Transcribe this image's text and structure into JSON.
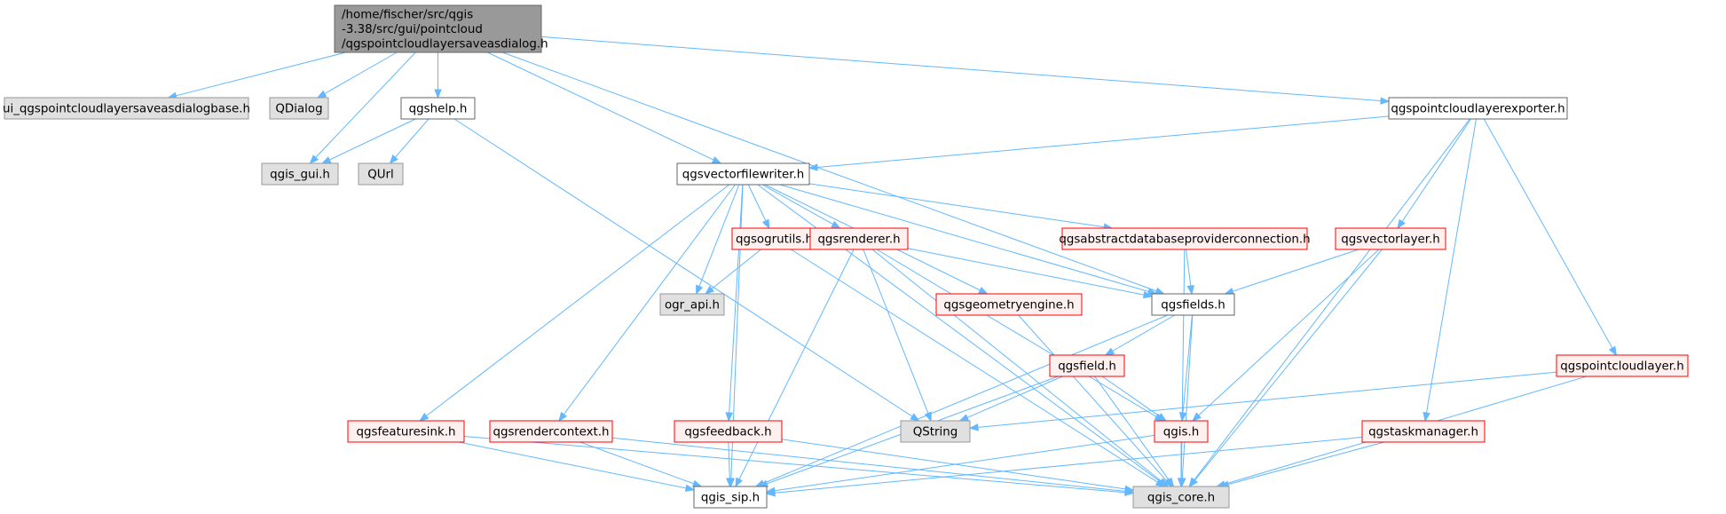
{
  "colors": {
    "edge": "#63b8ff",
    "root_fill": "#999999",
    "root_border": "#666666",
    "plain_fill": "#ffffff",
    "plain_border": "#666666",
    "external_fill": "#e0e0e0",
    "external_border": "#999999",
    "incomplete_fill": "#fff0f0",
    "incomplete_border": "#ff0000"
  },
  "nodes": [
    {
      "id": "root",
      "lines": [
        "/home/fischer/src/qgis",
        "-3.38/src/gui/pointcloud",
        "/qgspointcloudlayersaveasdialog.h"
      ],
      "style": "root"
    },
    {
      "id": "ui_base",
      "lines": [
        "ui_qgspointcloudlayersaveasdialogbase.h"
      ],
      "style": "external"
    },
    {
      "id": "qdialog",
      "lines": [
        "QDialog"
      ],
      "style": "external"
    },
    {
      "id": "qgshelp",
      "lines": [
        "qgshelp.h"
      ],
      "style": "plain"
    },
    {
      "id": "qgis_gui",
      "lines": [
        "qgis_gui.h"
      ],
      "style": "external"
    },
    {
      "id": "qurl",
      "lines": [
        "QUrl"
      ],
      "style": "external"
    },
    {
      "id": "exporter",
      "lines": [
        "qgspointcloudlayerexporter.h"
      ],
      "style": "plain"
    },
    {
      "id": "vfw",
      "lines": [
        "qgsvectorfilewriter.h"
      ],
      "style": "plain"
    },
    {
      "id": "ogrutils",
      "lines": [
        "qgsogrutils.h"
      ],
      "style": "incomplete"
    },
    {
      "id": "renderer",
      "lines": [
        "qgsrenderer.h"
      ],
      "style": "incomplete"
    },
    {
      "id": "adpc",
      "lines": [
        "qgsabstractdatabaseproviderconnection.h"
      ],
      "style": "incomplete"
    },
    {
      "id": "vectorlayer",
      "lines": [
        "qgsvectorlayer.h"
      ],
      "style": "incomplete"
    },
    {
      "id": "ogr_api",
      "lines": [
        "ogr_api.h"
      ],
      "style": "external"
    },
    {
      "id": "geomengine",
      "lines": [
        "qgsgeometryengine.h"
      ],
      "style": "incomplete"
    },
    {
      "id": "fields",
      "lines": [
        "qgsfields.h"
      ],
      "style": "plain"
    },
    {
      "id": "field",
      "lines": [
        "qgsfield.h"
      ],
      "style": "incomplete"
    },
    {
      "id": "pointcloudlayer",
      "lines": [
        "qgspointcloudlayer.h"
      ],
      "style": "incomplete"
    },
    {
      "id": "qstring",
      "lines": [
        "QString"
      ],
      "style": "external"
    },
    {
      "id": "featuresink",
      "lines": [
        "qgsfeaturesink.h"
      ],
      "style": "incomplete"
    },
    {
      "id": "rendercontext",
      "lines": [
        "qgsrendercontext.h"
      ],
      "style": "incomplete"
    },
    {
      "id": "feedback",
      "lines": [
        "qgsfeedback.h"
      ],
      "style": "incomplete"
    },
    {
      "id": "qgis",
      "lines": [
        "qgis.h"
      ],
      "style": "incomplete"
    },
    {
      "id": "taskmanager",
      "lines": [
        "qgstaskmanager.h"
      ],
      "style": "incomplete"
    },
    {
      "id": "qgis_sip",
      "lines": [
        "qgis_sip.h"
      ],
      "style": "plain"
    },
    {
      "id": "qgis_core",
      "lines": [
        "qgis_core.h"
      ],
      "style": "external"
    }
  ],
  "edges": [
    [
      "root",
      "ui_base"
    ],
    [
      "root",
      "qdialog"
    ],
    [
      "root",
      "qgshelp"
    ],
    [
      "root",
      "qgis_gui"
    ],
    [
      "root",
      "exporter"
    ],
    [
      "root",
      "vfw"
    ],
    [
      "root",
      "fields"
    ],
    [
      "qgshelp",
      "qgis_gui"
    ],
    [
      "qgshelp",
      "qurl"
    ],
    [
      "qgshelp",
      "qstring"
    ],
    [
      "exporter",
      "vfw"
    ],
    [
      "exporter",
      "vectorlayer"
    ],
    [
      "exporter",
      "taskmanager"
    ],
    [
      "exporter",
      "pointcloudlayer"
    ],
    [
      "exporter",
      "qgis_core"
    ],
    [
      "vfw",
      "ogrutils"
    ],
    [
      "vfw",
      "renderer"
    ],
    [
      "vfw",
      "adpc"
    ],
    [
      "vfw",
      "ogr_api"
    ],
    [
      "vfw",
      "geomengine"
    ],
    [
      "vfw",
      "fields"
    ],
    [
      "vfw",
      "featuresink"
    ],
    [
      "vfw",
      "rendercontext"
    ],
    [
      "vfw",
      "feedback"
    ],
    [
      "vfw",
      "qgis_sip"
    ],
    [
      "vfw",
      "qgis_core"
    ],
    [
      "ogrutils",
      "ogr_api"
    ],
    [
      "ogrutils",
      "qgis_core"
    ],
    [
      "renderer",
      "fields"
    ],
    [
      "renderer",
      "qgis"
    ],
    [
      "renderer",
      "qstring"
    ],
    [
      "renderer",
      "qgis_sip"
    ],
    [
      "renderer",
      "qgis_core"
    ],
    [
      "adpc",
      "fields"
    ],
    [
      "adpc",
      "qgis_core"
    ],
    [
      "vectorlayer",
      "fields"
    ],
    [
      "vectorlayer",
      "qgis"
    ],
    [
      "vectorlayer",
      "qgis_core"
    ],
    [
      "geomengine",
      "qgis_core"
    ],
    [
      "fields",
      "field"
    ],
    [
      "fields",
      "qgis"
    ],
    [
      "fields",
      "qgis_sip"
    ],
    [
      "fields",
      "qgis_core"
    ],
    [
      "field",
      "qstring"
    ],
    [
      "field",
      "qgis"
    ],
    [
      "field",
      "qgis_sip"
    ],
    [
      "field",
      "qgis_core"
    ],
    [
      "pointcloudlayer",
      "qstring"
    ],
    [
      "pointcloudlayer",
      "qgis_core"
    ],
    [
      "featuresink",
      "qgis_sip"
    ],
    [
      "featuresink",
      "qgis_core"
    ],
    [
      "rendercontext",
      "qgis_sip"
    ],
    [
      "rendercontext",
      "qgis_core"
    ],
    [
      "feedback",
      "qgis_sip"
    ],
    [
      "feedback",
      "qgis_core"
    ],
    [
      "qgis",
      "qgis_sip"
    ],
    [
      "qgis",
      "qgis_core"
    ],
    [
      "taskmanager",
      "qgis_sip"
    ],
    [
      "taskmanager",
      "qgis_core"
    ]
  ]
}
